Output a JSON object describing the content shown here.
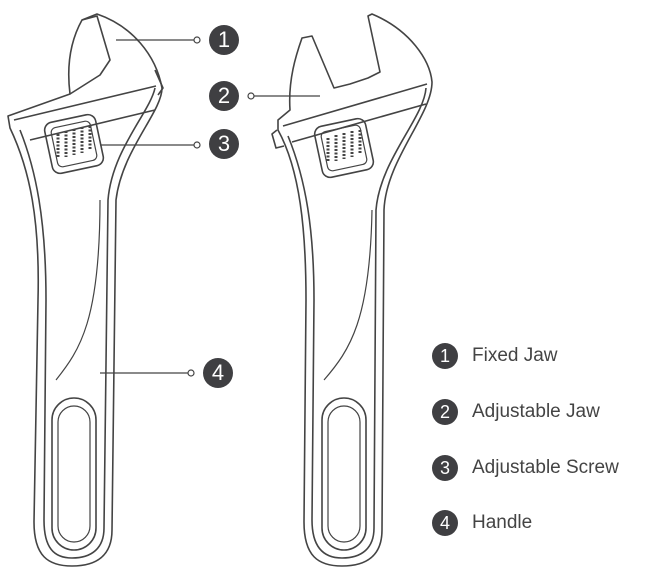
{
  "callouts": [
    "1",
    "2",
    "3",
    "4"
  ],
  "legend": [
    {
      "num": "1",
      "label": "Fixed Jaw"
    },
    {
      "num": "2",
      "label": "Adjustable Jaw"
    },
    {
      "num": "3",
      "label": "Adjustable Screw"
    },
    {
      "num": "4",
      "label": "Handle"
    }
  ],
  "colors": {
    "badge": "#3f3f42",
    "line": "#444444"
  }
}
